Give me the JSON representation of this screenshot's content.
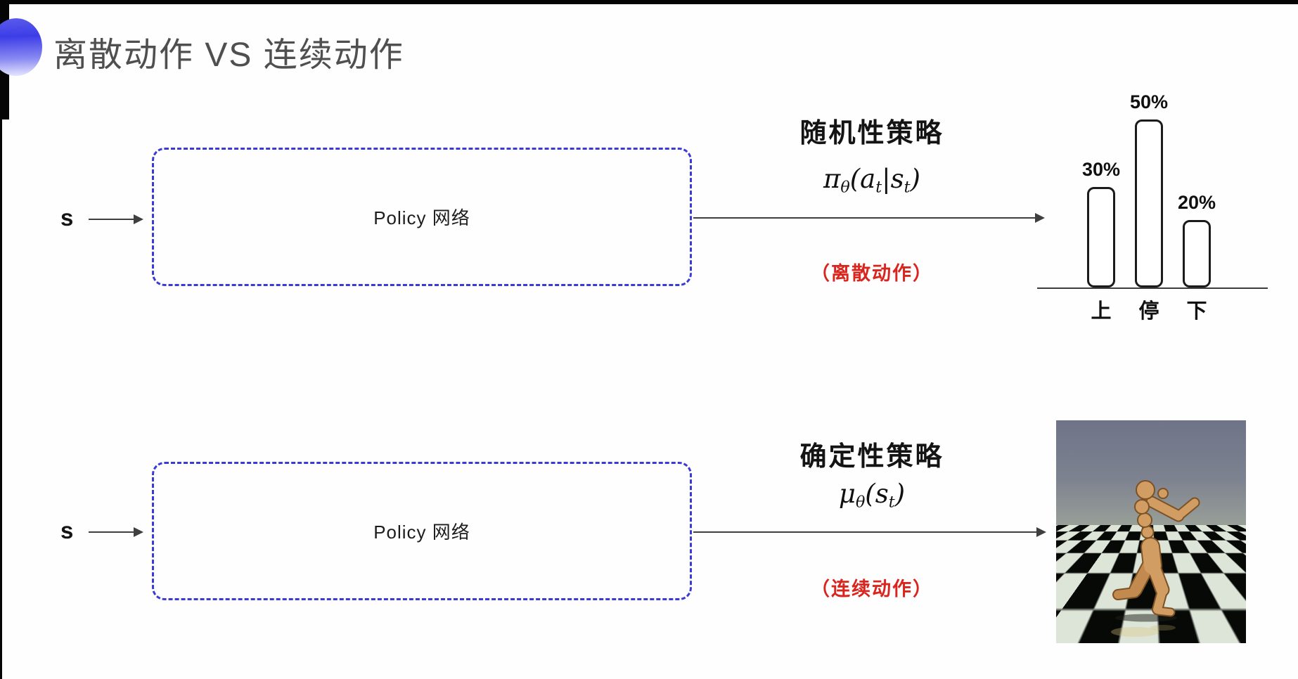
{
  "slide": {
    "title": "离散动作 VS 连续动作"
  },
  "top_flow": {
    "input_label": "s",
    "box_label": "Policy 网络",
    "policy_title": "随机性策略",
    "formula": {
      "lead": "π",
      "lead_sub": "θ",
      "open": "(a",
      "a_sub": "t",
      "bar": "|s",
      "s_sub": "t",
      "close": ")"
    },
    "action_type": "（离散动作）"
  },
  "bottom_flow": {
    "input_label": "s",
    "box_label": "Policy 网络",
    "policy_title": "确定性策略",
    "formula": {
      "lead": "μ",
      "lead_sub": "θ",
      "open": "(s",
      "s_sub": "t",
      "close": ")"
    },
    "action_type": "（连续动作）"
  },
  "chart_data": {
    "type": "bar",
    "title": "",
    "categories": [
      "上",
      "停",
      "下"
    ],
    "values": [
      30,
      50,
      20
    ],
    "value_labels": [
      "30%",
      "50%",
      "20%"
    ],
    "xlabel": "",
    "ylabel": "",
    "ylim": [
      0,
      55
    ],
    "grid": false,
    "legend": false,
    "style": "outlined white bars with rounded corners on a single baseline axis"
  },
  "robot_image": {
    "label": "humanoid simulation frame",
    "content": "tan capsule-limbed humanoid running on black-and-white checkerboard floor under gray-blue sky"
  },
  "colors": {
    "box_border": "#3a3ad8",
    "accent_red": "#d9251d",
    "title_gray": "#4f4f4f",
    "arrow": "#3f3f3f",
    "icon_blue": "#3d3de8"
  }
}
